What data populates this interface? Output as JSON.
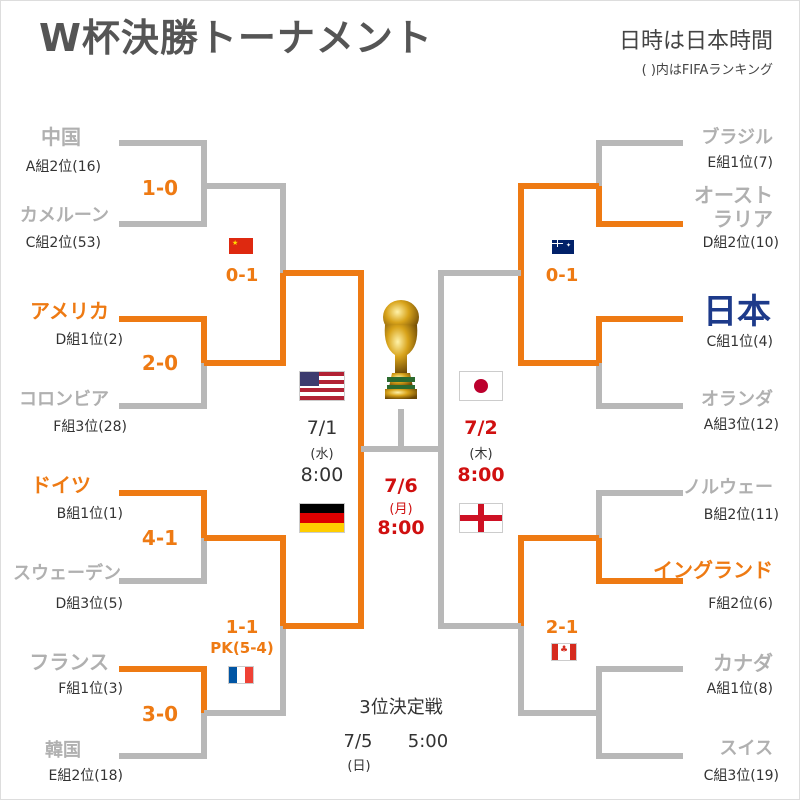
{
  "header": {
    "title": "W杯決勝トーナメント",
    "time_note": "日時は日本時間",
    "ranking_note": "( )内はFIFAランキング"
  },
  "left_teams": [
    {
      "name": "中国",
      "info": "A組2位(16)"
    },
    {
      "name": "カメルーン",
      "info": "C組2位(53)"
    },
    {
      "name": "アメリカ",
      "info": "D組1位(2)"
    },
    {
      "name": "コロンビア",
      "info": "F組3位(28)"
    },
    {
      "name": "ドイツ",
      "info": "B組1位(1)"
    },
    {
      "name": "スウェーデン",
      "info": "D組3位(5)"
    },
    {
      "name": "フランス",
      "info": "F組1位(3)"
    },
    {
      "name": "韓国",
      "info": "E組2位(18)"
    }
  ],
  "right_teams": [
    {
      "name": "ブラジル",
      "info": "E組1位(7)"
    },
    {
      "name": "オースト\nラリア",
      "info": "D組2位(10)"
    },
    {
      "name": "日本",
      "info": "C組1位(4)"
    },
    {
      "name": "オランダ",
      "info": "A組3位(12)"
    },
    {
      "name": "ノルウェー",
      "info": "B組2位(11)"
    },
    {
      "name": "イングランド",
      "info": "F組2位(6)"
    },
    {
      "name": "カナダ",
      "info": "A組1位(8)"
    },
    {
      "name": "スイス",
      "info": "C組3位(19)"
    }
  ],
  "scores": {
    "r1_left": [
      "1-0",
      "2-0",
      "4-1",
      "3-0"
    ],
    "qf_left_top": "0-1",
    "qf_left_bottom": "1-1",
    "qf_left_bottom_pk": "PK(5-4)",
    "qf_right_top": "0-1",
    "qf_right_bottom": "2-1"
  },
  "schedule": {
    "sf_left": {
      "date": "7/1",
      "day": "(水)",
      "time": "8:00"
    },
    "sf_right": {
      "date": "7/2",
      "day": "(木)",
      "time": "8:00"
    },
    "final": {
      "date": "7/6",
      "day": "(月)",
      "time": "8:00"
    },
    "third_place": {
      "label": "3位決定戦",
      "date": "7/5",
      "time": "5:00",
      "day": "(日)"
    }
  },
  "colors": {
    "winner": "#ee7a13",
    "loser": "#b0b0b0",
    "red": "#d01010",
    "japan": "#1d3a8a"
  },
  "flags": {
    "qf_left_top": "china-flag-icon",
    "qf_right_top": "australia-flag-icon",
    "sf_left_top": "usa-flag-icon",
    "sf_left_bottom": "germany-flag-icon",
    "sf_right_top": "japan-flag-icon",
    "sf_right_bottom": "england-flag-icon",
    "qf_left_bottom": "france-flag-icon",
    "qf_right_bottom": "canada-flag-icon",
    "trophy": "trophy-icon"
  }
}
